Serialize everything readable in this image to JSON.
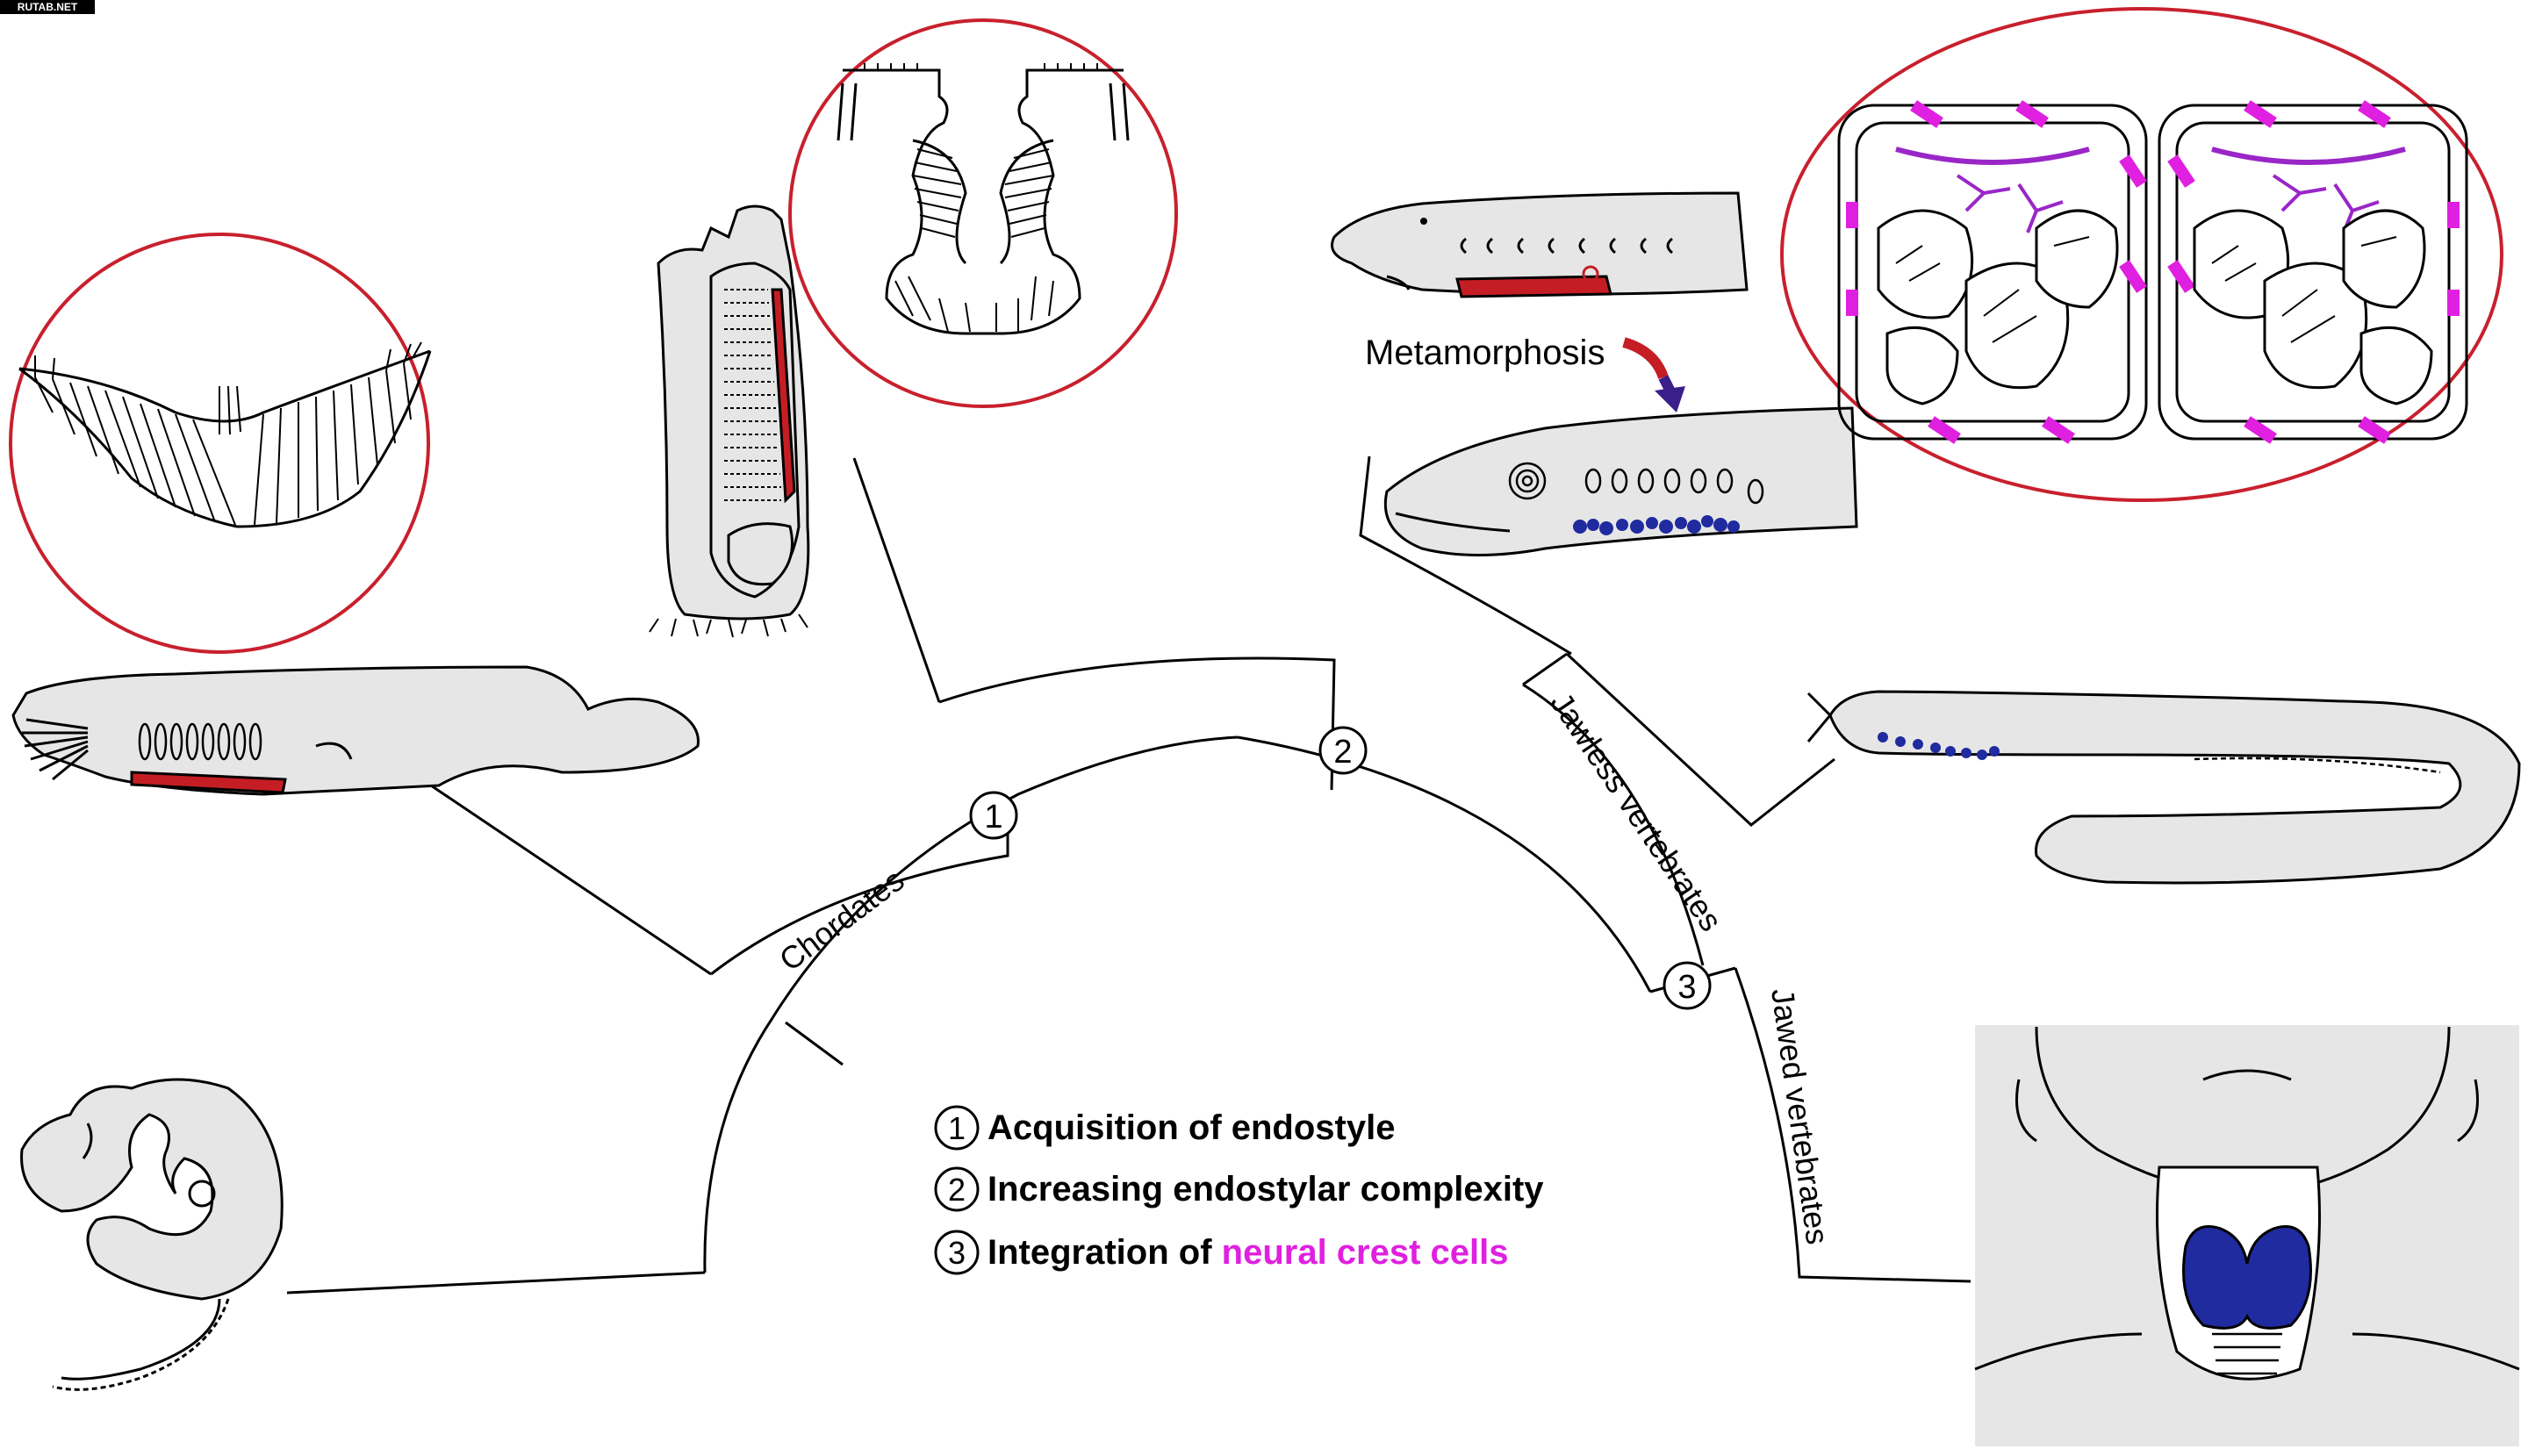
{
  "watermark": "RUTAB.NET",
  "labels": {
    "chordates": "Chordates",
    "jawless": "Jawless vertebrates",
    "jawed": "Jawed vertebrates",
    "metamorphosis": "Metamorphosis"
  },
  "nodes": [
    {
      "number": "1"
    },
    {
      "number": "2"
    },
    {
      "number": "3"
    }
  ],
  "legend": [
    {
      "number": "1",
      "text": "Acquisition of endostyle"
    },
    {
      "number": "2",
      "text": "Increasing endostylar complexity"
    },
    {
      "number": "3",
      "text_prefix": "Integration of ",
      "highlight": "neural crest cells"
    }
  ],
  "colors": {
    "line": "#000000",
    "organism_fill": "#e6e6e6",
    "endostyle_red": "#c41e24",
    "inset_circle": "#c8202d",
    "neural_crest_magenta": "#e020e0",
    "neural_crest_purple": "#9a26c8",
    "thyroid_blue": "#1f2b9e",
    "arrow_purple": "#3a1f8a"
  }
}
